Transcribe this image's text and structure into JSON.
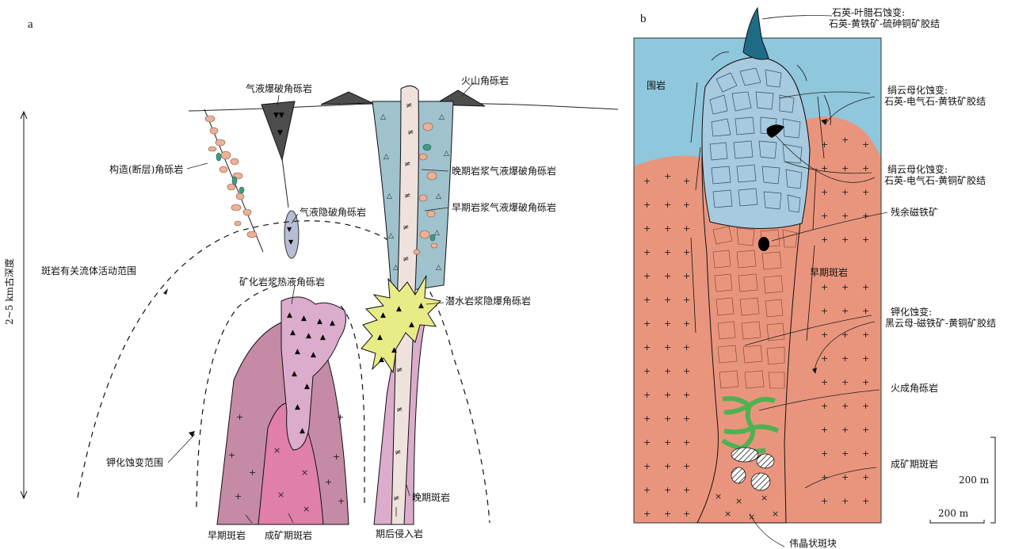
{
  "panel_a": {
    "letter": "a",
    "depth_label": "2~5 km古深度",
    "labels": {
      "gas_liquid_breccia": "气液爆破角砾岩",
      "volcanic_breccia": "火山角砾岩",
      "fault_breccia": "构造(断层)角砾岩",
      "late_magma_breccia": "晚期岩浆气液爆破角砾岩",
      "early_magma_breccia": "早期岩浆气液爆破角砾岩",
      "cryptoexplosive_breccia": "气液隐破角砾岩",
      "fluid_range": "斑岩有关流体活动范围",
      "mineralized_breccia": "矿化岩浆热液角砾岩",
      "subvolcanic_breccia": "潜水岩浆隐爆角砾岩",
      "potassic_range": "钾化蚀变范围",
      "late_porphyry": "晚期斑岩",
      "early_porphyry": "早期斑岩",
      "ore_porphyry": "成矿期斑岩",
      "post_intrusion": "期后侵入岩"
    }
  },
  "panel_b": {
    "letter": "b",
    "wall_rock": "围岩",
    "early_porphyry": "早期斑岩",
    "alterations": [
      {
        "title": "石英-叶腊石蚀变:",
        "sub": "石英-黄铁矿-硫砷铜矿胶结"
      },
      {
        "title": "绢云母化蚀变:",
        "sub": "石英-电气石-黄铁矿胶结"
      },
      {
        "title": "绢云母化蚀变:",
        "sub": "石英-电气石-黄铜矿胶结"
      },
      {
        "title": "钾化蚀变:",
        "sub": "黑云母-磁铁矿-黄铜矿胶结"
      }
    ],
    "residual_magnetite": "残余磁铁矿",
    "igneous_breccia": "火成角砾岩",
    "ore_porphyry": "成矿期斑岩",
    "pegmatite": "伟晶状斑块",
    "scale_v": "200 m",
    "scale_h": "200 m"
  },
  "colors": {
    "wall_blue": "#8fc7dc",
    "porphyry_orange": "#e9957d",
    "breccia_blue": "#a8cadf",
    "pink_light": "#dcaccc",
    "pink_dark": "#c48aa6",
    "pink_core": "#e07fa8",
    "yellow": "#e8ec86",
    "green": "#4fb152",
    "teal": "#1e6c86",
    "vent_blue": "#9fc2cc",
    "vent_core": "#efe2dc",
    "clast": "#eeb196"
  }
}
